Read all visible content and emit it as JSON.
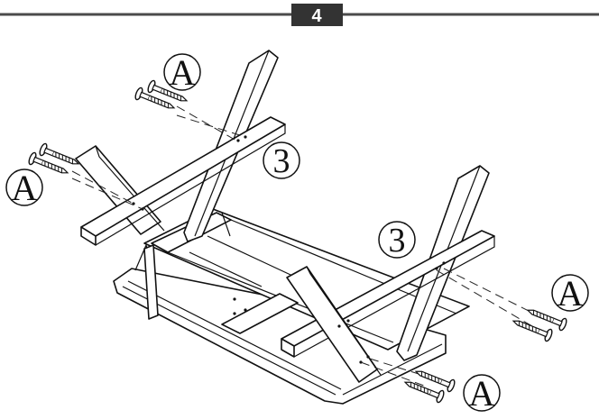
{
  "step": {
    "number": "4"
  },
  "colors": {
    "line": "#4a4a4a",
    "badge": "#333333",
    "ink": "#111111"
  },
  "callouts": {
    "top_left": "A",
    "left": "A",
    "right": "A",
    "bottom_right": "A"
  },
  "parts": {
    "top": "3",
    "right": "3"
  }
}
